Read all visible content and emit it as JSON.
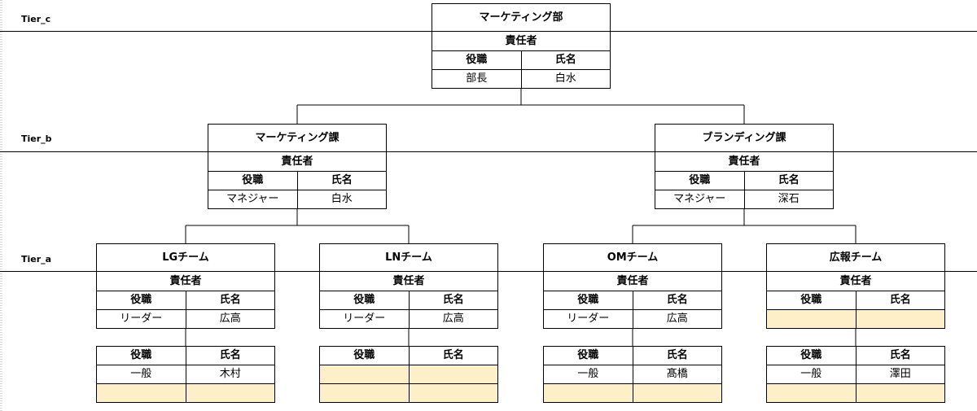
{
  "tiers": [
    "Tier_c",
    "Tier_b",
    "Tier_a"
  ],
  "responsible_label": "責任者",
  "col_role": "役職",
  "col_name": "氏名",
  "highlight_color": "#fdf0c9",
  "dept": {
    "title": "マーケティング部",
    "leader": {
      "role": "部長",
      "name": "白水"
    }
  },
  "sections": [
    {
      "title": "マーケティング課",
      "leader": {
        "role": "マネジャー",
        "name": "白水"
      }
    },
    {
      "title": "ブランディング課",
      "leader": {
        "role": "マネジャー",
        "name": "深石"
      }
    }
  ],
  "teams": [
    {
      "title": "LGチーム",
      "leader": {
        "role": "リーダー",
        "name": "広高"
      },
      "member_table": {
        "rows": [
          {
            "role": "一般",
            "name": "木村"
          },
          {
            "role": "",
            "name": ""
          }
        ]
      }
    },
    {
      "title": "LNチーム",
      "leader": {
        "role": "リーダー",
        "name": "広高"
      },
      "member_table": {
        "rows": [
          {
            "role": "",
            "name": ""
          },
          {
            "role": "",
            "name": ""
          }
        ]
      }
    },
    {
      "title": "OMチーム",
      "leader": {
        "role": "リーダー",
        "name": "広高"
      },
      "member_table": {
        "rows": [
          {
            "role": "一般",
            "name": "髙橋"
          },
          {
            "role": "",
            "name": ""
          }
        ]
      }
    },
    {
      "title": "広報チーム",
      "leader": {
        "role": "",
        "name": ""
      },
      "member_table": {
        "rows": [
          {
            "role": "一般",
            "name": "澤田"
          },
          {
            "role": "",
            "name": ""
          }
        ]
      }
    }
  ]
}
